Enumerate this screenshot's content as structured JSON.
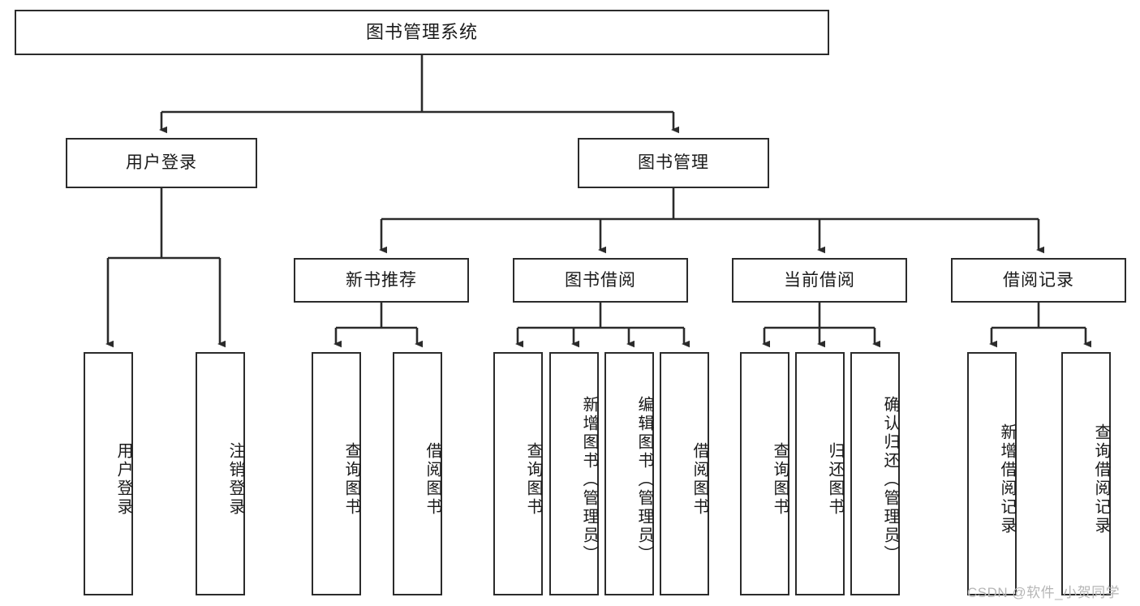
{
  "diagram": {
    "title": "图书管理系统",
    "type": "tree",
    "orientation": "top-down",
    "colors": {
      "node_border": "#2b2b2b",
      "node_fill": "#ffffff",
      "edge": "#2b2b2b",
      "text": "#1a1a1a",
      "watermark": "#b6b6b6",
      "background": "#ffffff"
    }
  },
  "nodes": {
    "root": {
      "label": "图书管理系统",
      "level": 0
    },
    "level1": [
      {
        "id": "user-login",
        "label": "用户登录"
      },
      {
        "id": "book-manage",
        "label": "图书管理"
      }
    ],
    "level2": [
      {
        "id": "new-book-recommend",
        "label": "新书推荐",
        "parent": "book-manage"
      },
      {
        "id": "book-borrow",
        "label": "图书借阅",
        "parent": "book-manage"
      },
      {
        "id": "current-borrow",
        "label": "当前借阅",
        "parent": "book-manage"
      },
      {
        "id": "borrow-record",
        "label": "借阅记录",
        "parent": "book-manage"
      }
    ],
    "leaves": [
      {
        "id": "leaf-user-login",
        "label": "用户登录",
        "parent": "user-login"
      },
      {
        "id": "leaf-logout",
        "label": "注销登录",
        "parent": "user-login"
      },
      {
        "id": "leaf-query-book-1",
        "label": "查询图书",
        "parent": "new-book-recommend"
      },
      {
        "id": "leaf-borrow-book-1",
        "label": "借阅图书",
        "parent": "new-book-recommend"
      },
      {
        "id": "leaf-query-book-2",
        "label": "查询图书",
        "parent": "book-borrow"
      },
      {
        "id": "leaf-add-book",
        "label": "新增图书（管理员）",
        "parent": "book-borrow"
      },
      {
        "id": "leaf-edit-book",
        "label": "编辑图书（管理员）",
        "parent": "book-borrow"
      },
      {
        "id": "leaf-borrow-book-2",
        "label": "借阅图书",
        "parent": "book-borrow"
      },
      {
        "id": "leaf-query-book-3",
        "label": "查询图书",
        "parent": "current-borrow"
      },
      {
        "id": "leaf-return-book",
        "label": "归还图书",
        "parent": "current-borrow"
      },
      {
        "id": "leaf-confirm-return",
        "label": "确认归还（管理员）",
        "parent": "current-borrow"
      },
      {
        "id": "leaf-add-record",
        "label": "新增借阅记录",
        "parent": "borrow-record"
      },
      {
        "id": "leaf-query-record",
        "label": "查询借阅记录",
        "parent": "borrow-record"
      }
    ]
  },
  "watermark": {
    "text": "CSDN @软件_小贺同学"
  }
}
